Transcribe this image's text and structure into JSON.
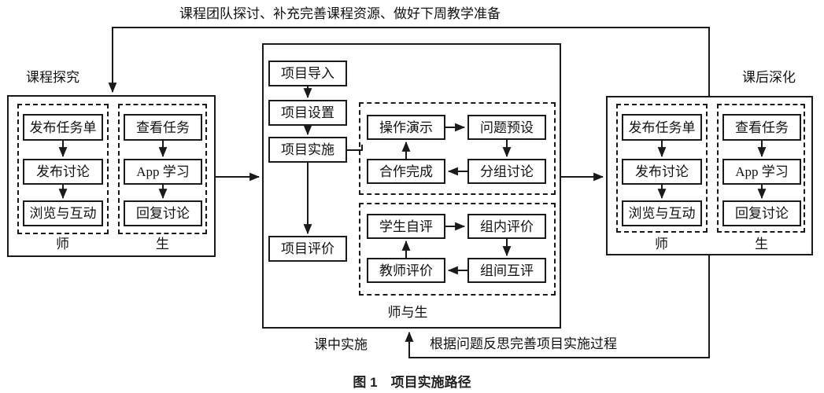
{
  "figure": {
    "top_feedback": "课程团队探讨、补充完善课程资源、做好下周教学准备",
    "bottom_feedback": "根据问题反思完善项目实施过程",
    "caption": "图 1　项目实施路径"
  },
  "pre_class": {
    "title": "课程探究",
    "teacher": {
      "label": "师",
      "steps": [
        "发布任务单",
        "发布讨论",
        "浏览与互动"
      ]
    },
    "student": {
      "label": "生",
      "steps": [
        "查看任务",
        "App 学习",
        "回复讨论"
      ]
    }
  },
  "in_class": {
    "title": "课中实施",
    "group_label": "师与生",
    "main_steps": [
      "项目导入",
      "项目设置",
      "项目实施",
      "项目评价"
    ],
    "activity_loop": {
      "steps": [
        "操作演示",
        "问题预设",
        "分组讨论",
        "合作完成"
      ]
    },
    "evaluation_loop": {
      "steps": [
        "学生自评",
        "组内评价",
        "组间互评",
        "教师评价"
      ]
    }
  },
  "post_class": {
    "title": "课后深化",
    "teacher": {
      "label": "师",
      "steps": [
        "发布任务单",
        "发布讨论",
        "浏览与互动"
      ]
    },
    "student": {
      "label": "生",
      "steps": [
        "查看任务",
        "App 学习",
        "回复讨论"
      ]
    }
  },
  "colors": {
    "line": "#1a1a1a",
    "background": "#ffffff"
  }
}
